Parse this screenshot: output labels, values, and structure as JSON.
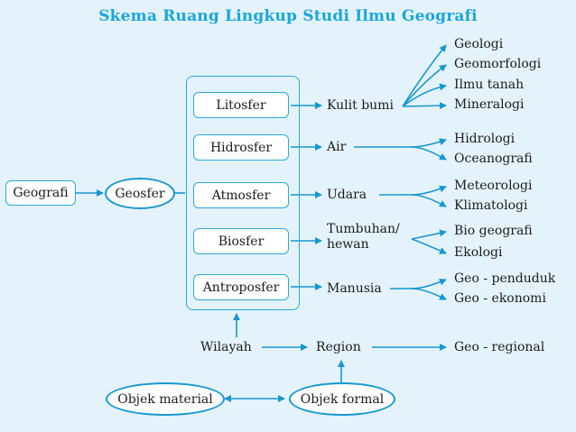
{
  "title": "Skema Ruang Lingkup Studi Ilmu Geografi",
  "geografi": "Geografi",
  "geosfer": "Geosfer",
  "spheres": [
    {
      "label": "Litosfer",
      "object": "Kulit bumi",
      "fields": [
        "Geologi",
        "Geomorfologi",
        "Ilmu tanah",
        "Mineralogi"
      ]
    },
    {
      "label": "Hidrosfer",
      "object": "Air",
      "fields": [
        "Hidrologi",
        "Oceanografi"
      ]
    },
    {
      "label": "Atmosfer",
      "object": "Udara",
      "fields": [
        "Meteorologi",
        "Klimatologi"
      ]
    },
    {
      "label": "Biosfer",
      "object": "Tumbuhan/ hewan",
      "fields": [
        "Bio geografi",
        "Ekologi"
      ]
    },
    {
      "label": "Antroposfer",
      "object": "Manusia",
      "fields": [
        "Geo - penduduk",
        "Geo - ekonomi"
      ]
    }
  ],
  "wilayah": "Wilayah",
  "region": "Region",
  "geo_regional": "Geo - regional",
  "objek_material": "Objek material",
  "objek_formal": "Objek formal",
  "colors": {
    "accent": "#1aa6dc",
    "background": "#e4f3fb"
  }
}
